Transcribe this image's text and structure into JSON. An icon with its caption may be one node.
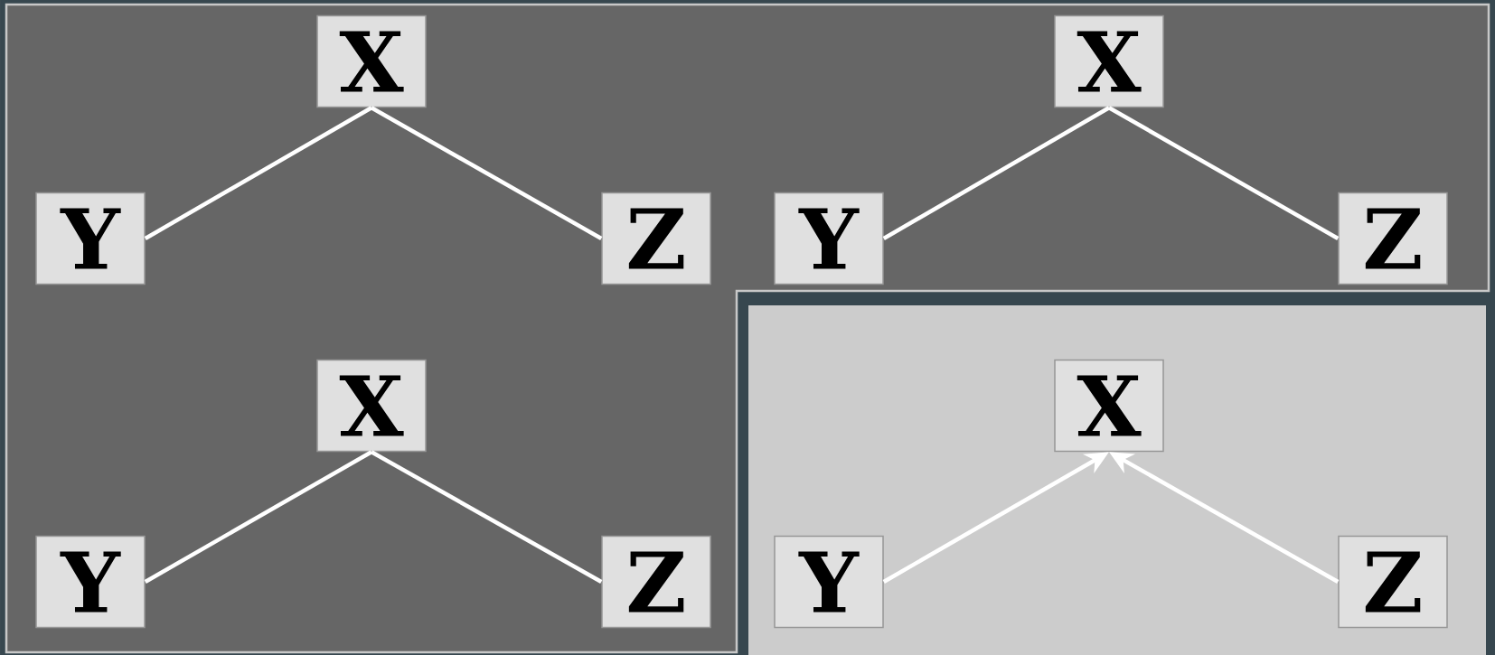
{
  "diagram": {
    "nodes": [
      {
        "text": [
          "X"
        ]
      },
      {
        "text": [
          "Y"
        ]
      },
      {
        "text": [
          "Z"
        ]
      },
      {
        "text": [
          "X"
        ]
      },
      {
        "text": [
          "Y"
        ]
      },
      {
        "text": [
          "Z"
        ]
      },
      {
        "text": [
          "X"
        ]
      },
      {
        "text": [
          "Y"
        ]
      },
      {
        "text": [
          "Z"
        ]
      },
      {
        "text": [],
        "shape": "box"
      },
      {
        "text": [
          "X"
        ],
        "in": 9
      },
      {
        "text": [
          "Y"
        ],
        "in": 9
      },
      {
        "text": [
          "Z"
        ],
        "in": 9
      }
    ],
    "edges": [
      {
        "from": 0,
        "to": 1,
        "arrow": "none"
      },
      {
        "from": 0,
        "to": 2,
        "arrow": "none"
      },
      {
        "from": 3,
        "to": 4,
        "arrow": "none"
      },
      {
        "from": 3,
        "to": 5,
        "arrow": "none"
      },
      {
        "from": 6,
        "to": 7,
        "arrow": "none"
      },
      {
        "from": 6,
        "to": 8,
        "arrow": "none"
      },
      {
        "from": 11,
        "to": 10,
        "arrow": "to"
      },
      {
        "from": 12,
        "to": 10,
        "arrow": "to"
      }
    ]
  }
}
